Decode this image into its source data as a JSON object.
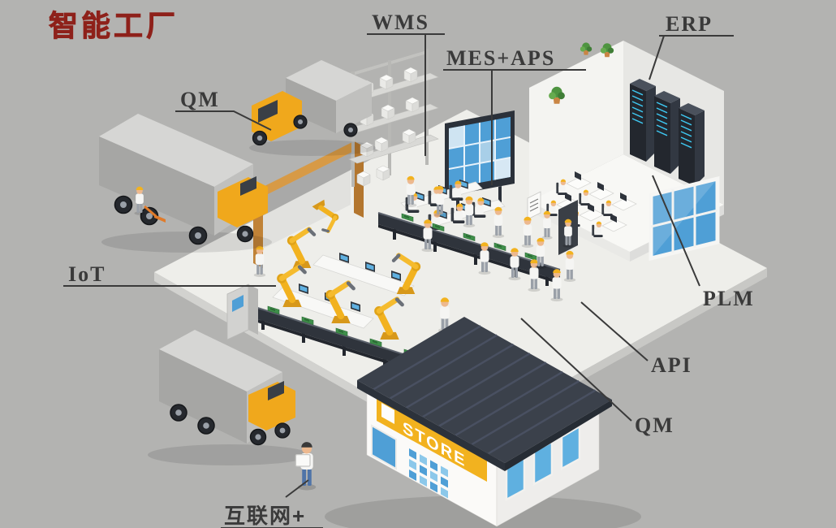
{
  "title": "智能工厂",
  "labels": {
    "wms": "WMS",
    "mes_aps": "MES+APS",
    "erp": "ERP",
    "qm_top": "QM",
    "iot": "IoT",
    "plm": "PLM",
    "api": "API",
    "qm_bottom": "QM",
    "internet_plus": "互联网+"
  },
  "store": {
    "sign": "STORE"
  },
  "colors": {
    "background": "#b3b3b1",
    "title_red": "#8e211a",
    "label_dark": "#3a3a3a",
    "machine_yellow": "#f0a81c",
    "screen_blue": "#4f9fd6",
    "floor_white": "#eeeeea",
    "roof_dark": "#3b414b",
    "pcb_green": "#3f8f4a"
  }
}
